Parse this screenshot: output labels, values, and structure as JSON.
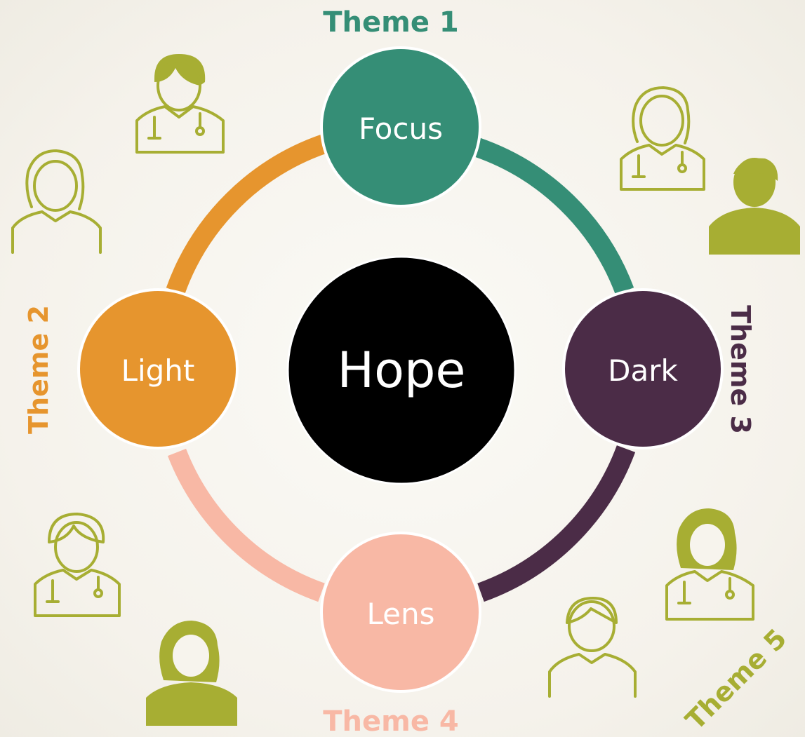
{
  "center": {
    "label": "Hope",
    "color": "#000000"
  },
  "nodes": {
    "top": {
      "label": "Focus",
      "color": "#358e76"
    },
    "left": {
      "label": "Light",
      "color": "#e6952e"
    },
    "right": {
      "label": "Dark",
      "color": "#4b2c47"
    },
    "bottom": {
      "label": "Lens",
      "color": "#f8b8a5"
    }
  },
  "themes": {
    "theme1": {
      "label": "Theme 1",
      "color": "#358e76"
    },
    "theme2": {
      "label": "Theme 2",
      "color": "#e6952e"
    },
    "theme3": {
      "label": "Theme 3",
      "color": "#4b2c47"
    },
    "theme4": {
      "label": "Theme 4",
      "color": "#f8b8a5"
    },
    "theme5": {
      "label": "Theme 5",
      "color": "#a7ae33"
    }
  },
  "icon_color": "#a7ae33",
  "icons": [
    "doctor-icon",
    "woman-icon",
    "doctor-woman-icon",
    "man-icon",
    "doctor-icon",
    "woman-filled-icon",
    "doctor-woman-filled-icon",
    "man-icon"
  ]
}
